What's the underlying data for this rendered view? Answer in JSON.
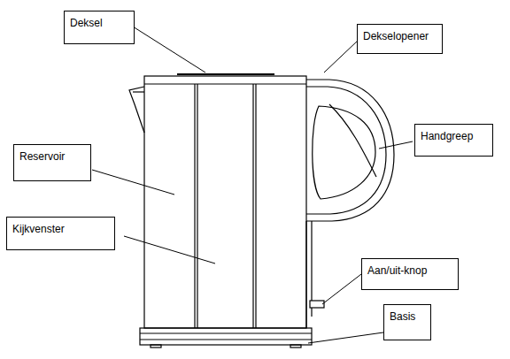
{
  "diagram": {
    "nodes": [
      {
        "text": [
          "Deksel"
        ]
      },
      {
        "text": [
          "Dekselopener"
        ]
      },
      {
        "text": [
          "Handgreep"
        ]
      },
      {
        "text": [
          "Reservoir"
        ]
      },
      {
        "text": [
          "Kijkvenster"
        ]
      },
      {
        "text": [
          "Aan/uit-knop"
        ]
      },
      {
        "text": [
          "Basis"
        ]
      }
    ]
  }
}
